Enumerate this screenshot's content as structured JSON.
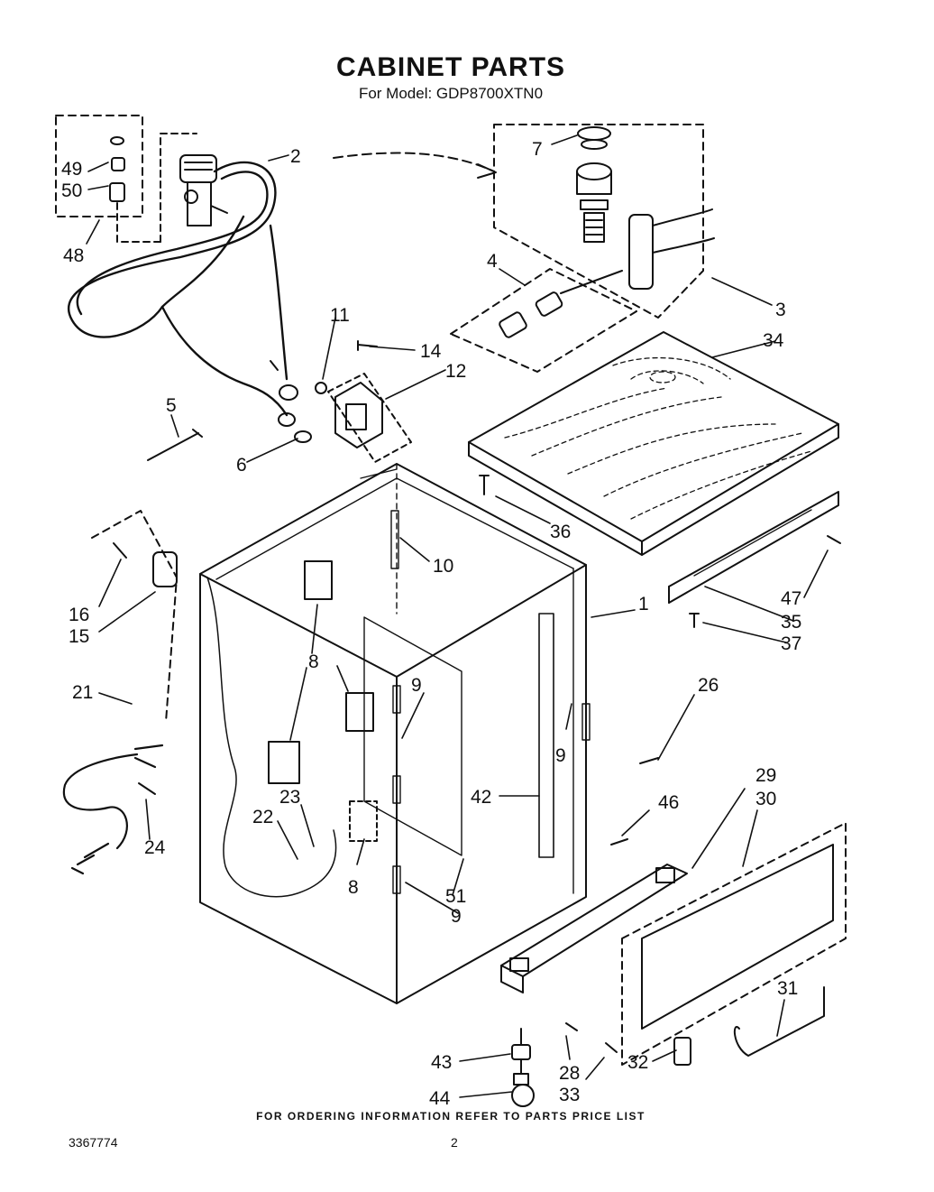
{
  "header": {
    "title": "CABINET PARTS",
    "subtitle": "For Model: GDP8700XTN0"
  },
  "callouts": [
    {
      "id": "7",
      "label": "7"
    },
    {
      "id": "2",
      "label": "2"
    },
    {
      "id": "49",
      "label": "49"
    },
    {
      "id": "50",
      "label": "50"
    },
    {
      "id": "48",
      "label": "48"
    },
    {
      "id": "4",
      "label": "4"
    },
    {
      "id": "3",
      "label": "3"
    },
    {
      "id": "11",
      "label": "11"
    },
    {
      "id": "14",
      "label": "14"
    },
    {
      "id": "34",
      "label": "34"
    },
    {
      "id": "12",
      "label": "12"
    },
    {
      "id": "5",
      "label": "5"
    },
    {
      "id": "6",
      "label": "6"
    },
    {
      "id": "36",
      "label": "36"
    },
    {
      "id": "10",
      "label": "10"
    },
    {
      "id": "1",
      "label": "1"
    },
    {
      "id": "16",
      "label": "16"
    },
    {
      "id": "15",
      "label": "15"
    },
    {
      "id": "47",
      "label": "47"
    },
    {
      "id": "35",
      "label": "35"
    },
    {
      "id": "37",
      "label": "37"
    },
    {
      "id": "8a",
      "label": "8"
    },
    {
      "id": "9a",
      "label": "9"
    },
    {
      "id": "21",
      "label": "21"
    },
    {
      "id": "26",
      "label": "26"
    },
    {
      "id": "9b",
      "label": "9"
    },
    {
      "id": "29",
      "label": "29"
    },
    {
      "id": "30",
      "label": "30"
    },
    {
      "id": "42",
      "label": "42"
    },
    {
      "id": "46",
      "label": "46"
    },
    {
      "id": "23",
      "label": "23"
    },
    {
      "id": "22",
      "label": "22"
    },
    {
      "id": "24",
      "label": "24"
    },
    {
      "id": "8b",
      "label": "8"
    },
    {
      "id": "51",
      "label": "51"
    },
    {
      "id": "9c",
      "label": "9"
    },
    {
      "id": "31",
      "label": "31"
    },
    {
      "id": "43",
      "label": "43"
    },
    {
      "id": "28",
      "label": "28"
    },
    {
      "id": "32",
      "label": "32"
    },
    {
      "id": "33",
      "label": "33"
    },
    {
      "id": "44",
      "label": "44"
    }
  ],
  "footer": {
    "ordering_note": "FOR ORDERING INFORMATION REFER TO PARTS PRICE LIST",
    "document_number": "3367774",
    "page_number": "2"
  }
}
